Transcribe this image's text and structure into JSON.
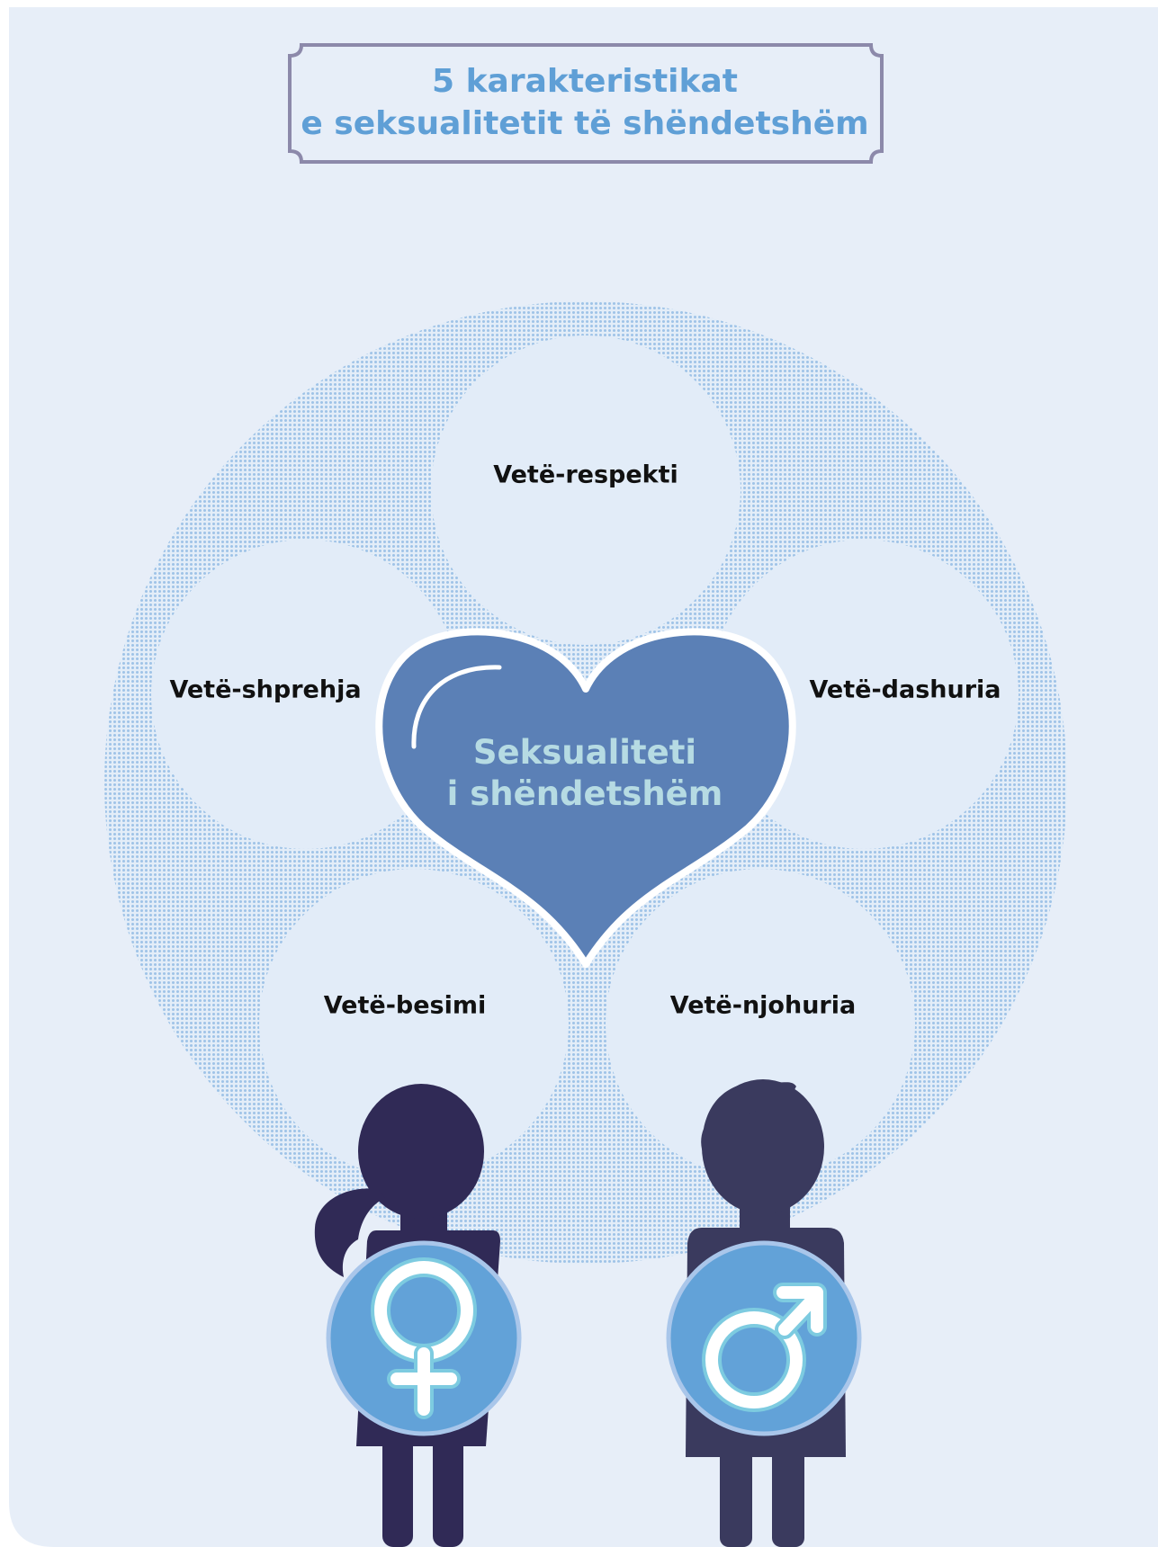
{
  "title": {
    "line1": "5 karakteristikat",
    "line2": "e seksualitetit të shëndetshëm"
  },
  "center": {
    "line1": "Seksualiteti",
    "line2": "i shëndetshëm"
  },
  "characteristics": {
    "top": "Vetë-respekti",
    "left": "Vetë-shprehja",
    "right": "Vetë-dashuria",
    "bottom_left": "Vetë-besimi",
    "bottom_right": "Vetë-njohuria"
  },
  "figures": {
    "female_symbol": "female-symbol-icon",
    "male_symbol": "male-symbol-icon"
  },
  "colors": {
    "background": "#e7eef8",
    "dot_pattern": "#9fc3e7",
    "bubble": "#e2ecf8",
    "heart": "#5b80b6",
    "heart_text": "#b6dbe3",
    "title_text": "#5f9fd6",
    "title_border": "#8c89aa",
    "girl": "#302a56",
    "boy": "#3a3a5e",
    "symbol_badge": "#62a2d8"
  }
}
